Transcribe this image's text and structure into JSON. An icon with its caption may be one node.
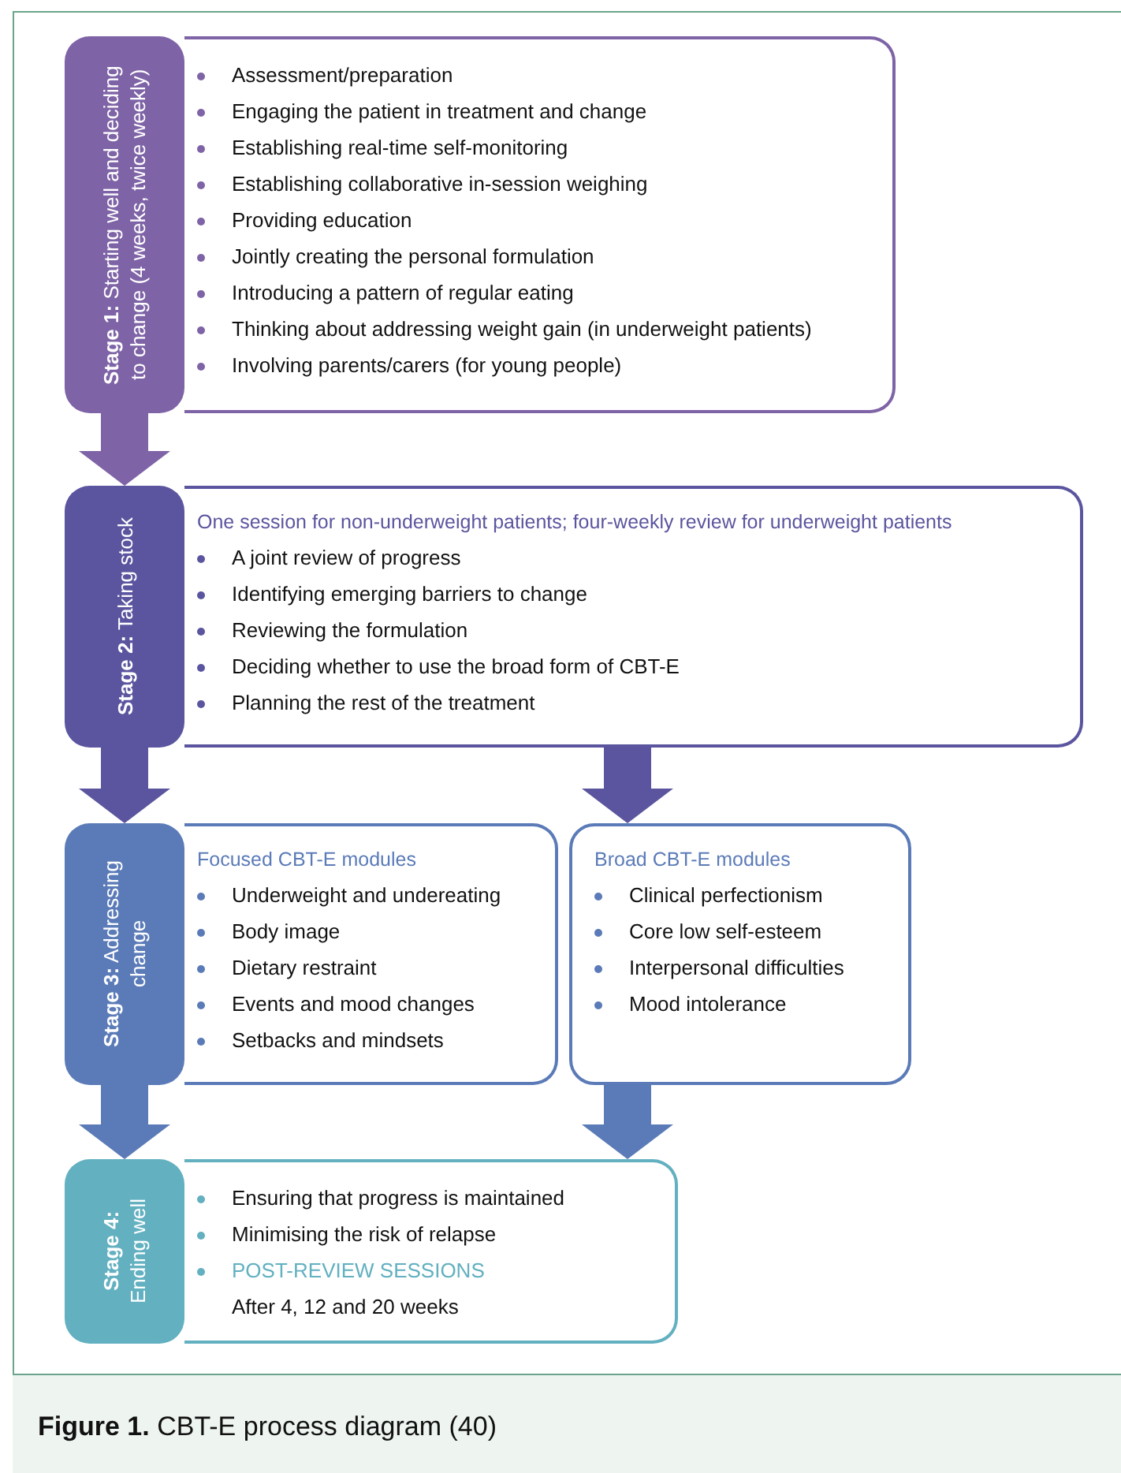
{
  "diagram": {
    "caption": "**Figure 1.** CBT-E process diagram (40)",
    "nodes": [
      {
        "text": [
          "**Stage 1:** Starting well and deciding to change (4 weeks, twice weekly)"
        ]
      },
      {
        "text": [
          "Assessment/preparation",
          "Engaging the patient in treatment and change",
          "Establishing real-time self-monitoring",
          "Establishing collaborative in-session weighing",
          "Providing education",
          "Jointly creating the personal formulation",
          "Introducing a pattern of regular eating",
          "Thinking about addressing weight gain (in underweight patients)",
          "Involving parents/carers (for young people)"
        ]
      },
      {
        "text": [
          "**Stage 2:** Taking stock"
        ]
      },
      {
        "text": [
          "One session for non-underweight patients; four-weekly review for underweight patients",
          "A joint review of progress",
          "Identifying emerging barriers to change",
          "Reviewing the formulation",
          "Deciding whether to use the broad form of CBT-E",
          "Planning the rest of the treatment"
        ]
      },
      {
        "text": [
          "**Stage 3:** Addressing change"
        ]
      },
      {
        "text": [
          "Focused CBT-E modules",
          "Underweight and undereating",
          "Body image",
          "Dietary restraint",
          "Events and mood changes",
          "Setbacks and mindsets"
        ]
      },
      {
        "text": [
          "Broad CBT-E modules",
          "Clinical perfectionism",
          "Core low self-esteem",
          "Interpersonal difficulties",
          "Mood intolerance"
        ]
      },
      {
        "text": [
          "**Stage 4:**",
          "Ending well"
        ]
      },
      {
        "text": [
          "Ensuring that progress is maintained",
          "Minimising the risk of relapse",
          "POST-REVIEW SESSIONS",
          "After 4, 12 and 20 weeks"
        ]
      }
    ],
    "edges": [
      {
        "from": 0,
        "to": 2,
        "arrow": "to",
        "color": "#7e63a6"
      },
      {
        "from": 2,
        "to": 4,
        "arrow": "to",
        "color": "#5b559f"
      },
      {
        "from": 3,
        "to": 6,
        "arrow": "to",
        "color": "#5b559f"
      },
      {
        "from": 4,
        "to": 7,
        "arrow": "to",
        "color": "#5b7bb8"
      },
      {
        "from": 6,
        "to": 8,
        "arrow": "to",
        "color": "#5b7bb8"
      }
    ]
  }
}
